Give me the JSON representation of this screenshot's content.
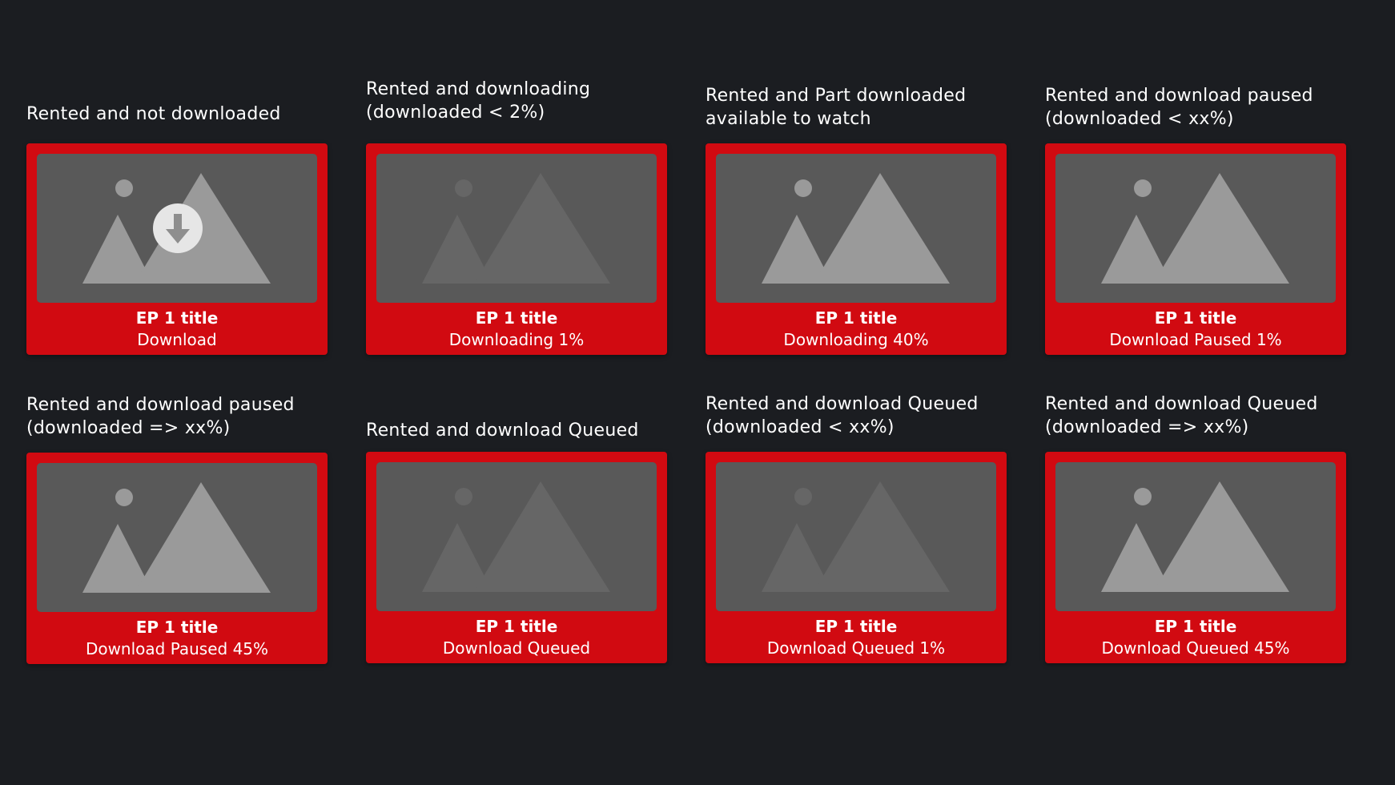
{
  "colors": {
    "background": "#1b1d21",
    "card": "#d10a11",
    "thumbnail": "#595959",
    "placeholder_active": "#9a9a9a",
    "placeholder_dimmed": "#666666"
  },
  "cards": [
    {
      "caption": "Rented and not downloaded",
      "title": "EP 1 title",
      "status": "Download",
      "thumbnail_state": "active",
      "overlay_icon": "download-arrow-icon"
    },
    {
      "caption": "Rented and downloading\n(downloaded < 2%)",
      "title": "EP 1 title",
      "status": "Downloading 1%",
      "thumbnail_state": "dimmed"
    },
    {
      "caption": "Rented and Part downloaded\navailable to watch",
      "title": "EP 1 title",
      "status": "Downloading 40%",
      "thumbnail_state": "active"
    },
    {
      "caption": "Rented and download paused\n(downloaded < xx%)",
      "title": "EP 1 title",
      "status": "Download Paused 1%",
      "thumbnail_state": "active"
    },
    {
      "caption": "Rented and download paused\n(downloaded => xx%)",
      "title": "EP 1 title",
      "status": "Download Paused 45%",
      "thumbnail_state": "active"
    },
    {
      "caption": "Rented and download Queued",
      "title": "EP 1 title",
      "status": "Download Queued",
      "thumbnail_state": "dimmed"
    },
    {
      "caption": "Rented and download Queued\n(downloaded < xx%)",
      "title": "EP 1 title",
      "status": "Download Queued 1%",
      "thumbnail_state": "dimmed"
    },
    {
      "caption": "Rented and download Queued\n(downloaded => xx%)",
      "title": "EP 1 title",
      "status": "Download Queued 45%",
      "thumbnail_state": "active"
    }
  ]
}
